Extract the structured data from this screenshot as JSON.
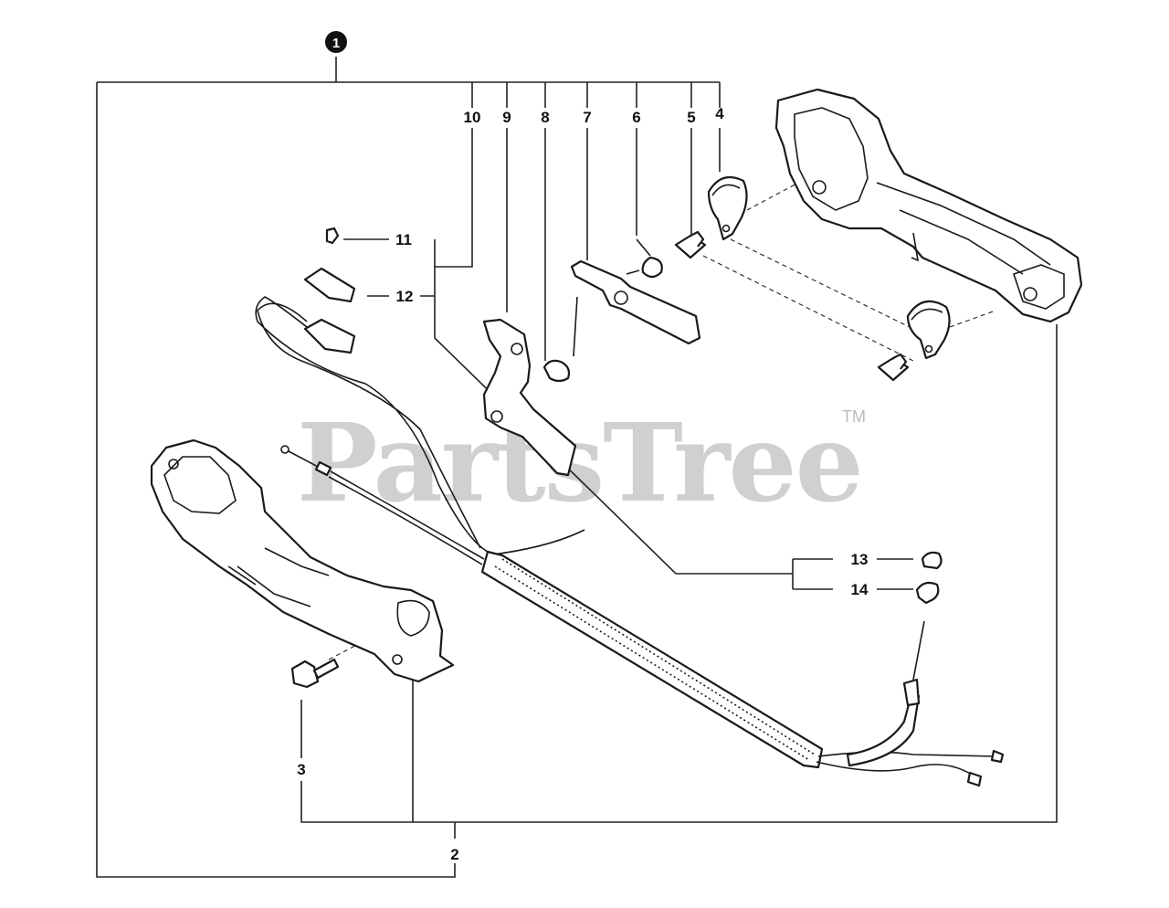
{
  "watermark": {
    "text": "PartsTree",
    "tm": "TM"
  },
  "assembly": {
    "label": "1"
  },
  "callouts": {
    "c2": "2",
    "c3": "3",
    "c4": "4",
    "c5": "5",
    "c6": "6",
    "c7": "7",
    "c8": "8",
    "c9": "9",
    "c10": "10",
    "c11": "11",
    "c12": "12",
    "c13": "13",
    "c14": "14"
  }
}
